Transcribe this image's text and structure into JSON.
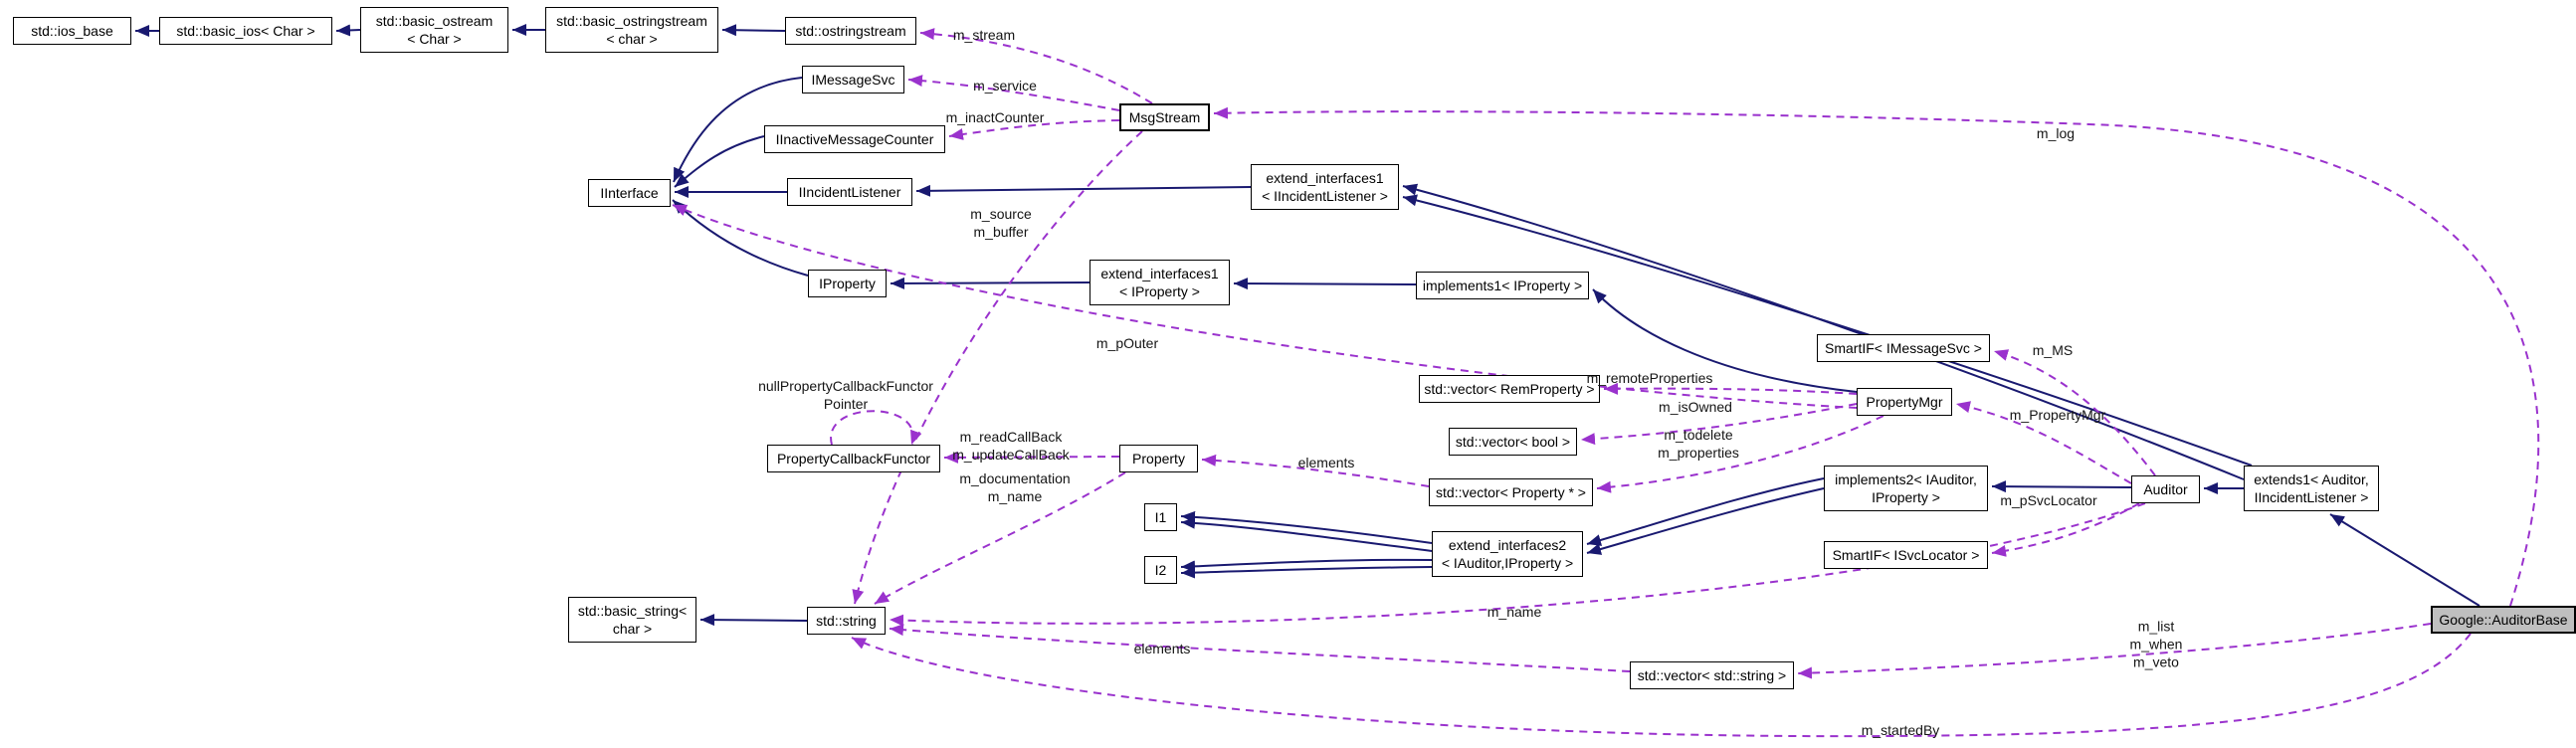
{
  "diagram": {
    "colors": {
      "inheritance_edge": "#191970",
      "usage_edge": "#9a32cd",
      "node_border": "#000000",
      "node_background": "#ffffff",
      "highlight_background": "#bfbfbf"
    },
    "nodes": {
      "ios_base": {
        "lines": [
          "std::ios_base"
        ]
      },
      "basic_ios": {
        "lines": [
          "std::basic_ios< Char >"
        ]
      },
      "basic_ostream": {
        "lines": [
          "std::basic_ostream",
          "< Char >"
        ]
      },
      "basic_ostringstream": {
        "lines": [
          "std::basic_ostringstream",
          "< char >"
        ]
      },
      "ostringstream": {
        "lines": [
          "std::ostringstream"
        ]
      },
      "imessagesvc": {
        "lines": [
          "IMessageSvc"
        ]
      },
      "iinactive": {
        "lines": [
          "IInactiveMessageCounter"
        ]
      },
      "iinterface": {
        "lines": [
          "IInterface"
        ]
      },
      "iincidentlistener": {
        "lines": [
          "IIncidentListener"
        ]
      },
      "msgstream": {
        "lines": [
          "MsgStream"
        ]
      },
      "ext1_iil": {
        "lines": [
          "extend_interfaces1",
          "< IIncidentListener >"
        ]
      },
      "iproperty": {
        "lines": [
          "IProperty"
        ]
      },
      "ext1_iprop": {
        "lines": [
          "extend_interfaces1",
          "< IProperty >"
        ]
      },
      "impl1_iprop": {
        "lines": [
          "implements1< IProperty >"
        ]
      },
      "smartif_ms": {
        "lines": [
          "SmartIF< IMessageSvc >"
        ]
      },
      "vec_remprop": {
        "lines": [
          "std::vector< RemProperty >"
        ]
      },
      "propertymgr": {
        "lines": [
          "PropertyMgr"
        ]
      },
      "vec_bool": {
        "lines": [
          "std::vector< bool >"
        ]
      },
      "pcf": {
        "lines": [
          "PropertyCallbackFunctor"
        ]
      },
      "property": {
        "lines": [
          "Property"
        ]
      },
      "vec_propptr": {
        "lines": [
          "std::vector< Property * >"
        ]
      },
      "impl2": {
        "lines": [
          "implements2< IAuditor,",
          "IProperty >"
        ]
      },
      "auditor": {
        "lines": [
          "Auditor"
        ]
      },
      "extends1": {
        "lines": [
          "extends1< Auditor,",
          "IIncidentListener >"
        ]
      },
      "i1": {
        "lines": [
          "I1"
        ]
      },
      "ext2": {
        "lines": [
          "extend_interfaces2",
          "< IAuditor,IProperty >"
        ]
      },
      "i2": {
        "lines": [
          "I2"
        ]
      },
      "smartif_sl": {
        "lines": [
          "SmartIF< ISvcLocator >"
        ]
      },
      "basic_string": {
        "lines": [
          "std::basic_string<",
          "char >"
        ]
      },
      "std_string": {
        "lines": [
          "std::string"
        ]
      },
      "vec_string": {
        "lines": [
          "std::vector< std::string >"
        ]
      },
      "auditorbase": {
        "lines": [
          "Google::AuditorBase"
        ]
      }
    },
    "edge_labels": {
      "m_stream": {
        "lines": [
          "m_stream"
        ]
      },
      "m_service": {
        "lines": [
          "m_service"
        ]
      },
      "m_inactcounter": {
        "lines": [
          "m_inactCounter"
        ]
      },
      "m_log": {
        "lines": [
          "m_log"
        ]
      },
      "m_source_buffer": {
        "lines": [
          "m_source",
          "m_buffer"
        ]
      },
      "m_pouter": {
        "lines": [
          "m_pOuter"
        ]
      },
      "m_remoteproperties": {
        "lines": [
          "m_remoteProperties"
        ]
      },
      "m_isowned": {
        "lines": [
          "m_isOwned"
        ]
      },
      "m_todelete_properties": {
        "lines": [
          "m_todelete",
          "m_properties"
        ]
      },
      "elements_prop": {
        "lines": [
          "elements"
        ]
      },
      "nullpcf": {
        "lines": [
          "nullPropertyCallbackFunctor",
          "Pointer"
        ]
      },
      "readback_update": {
        "lines": [
          "m_readCallBack",
          "m_updateCallBack"
        ]
      },
      "doc_name": {
        "lines": [
          "m_documentation",
          "m_name"
        ]
      },
      "m_ms": {
        "lines": [
          "m_MS"
        ]
      },
      "m_propertymgr": {
        "lines": [
          "m_PropertyMgr"
        ]
      },
      "m_psvclocator": {
        "lines": [
          "m_pSvcLocator"
        ]
      },
      "m_name_auditor": {
        "lines": [
          "m_name"
        ]
      },
      "elements_str": {
        "lines": [
          "elements"
        ]
      },
      "list_when_veto": {
        "lines": [
          "m_list",
          "m_when",
          "m_veto"
        ]
      },
      "m_startedby": {
        "lines": [
          "m_startedBy"
        ]
      }
    }
  }
}
